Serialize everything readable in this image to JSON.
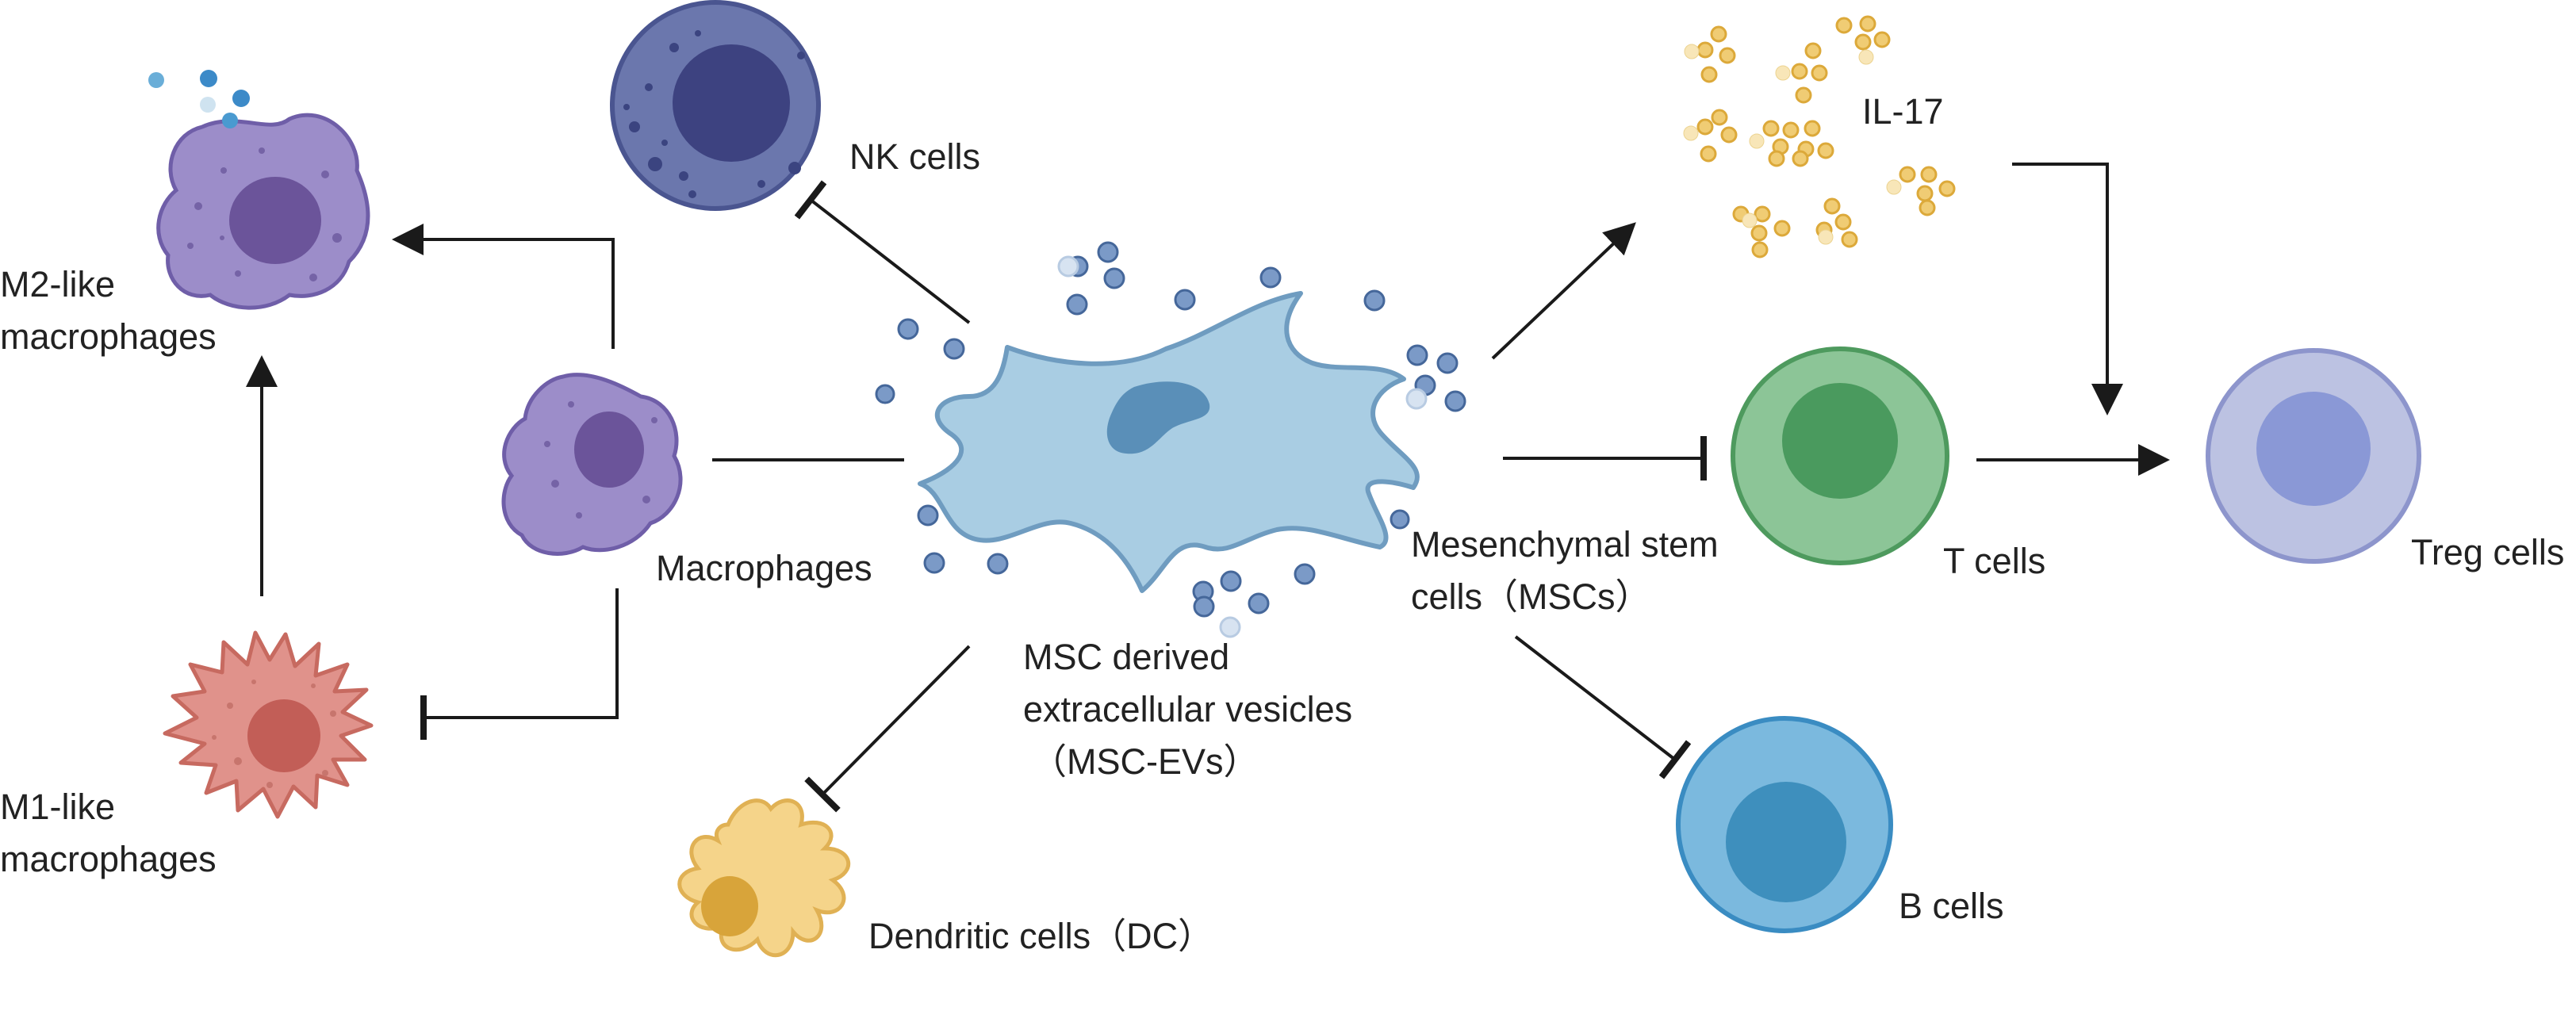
{
  "labels": {
    "m2_line1": "M2-like",
    "m2_line2": "macrophages",
    "m1_line1": "M1-like",
    "m1_line2": "macrophages",
    "macrophages": "Macrophages",
    "nk_cells": "NK cells",
    "dendritic": "Dendritic cells（DC）",
    "msc_ev_line1": "MSC derived",
    "msc_ev_line2": "extracellular vesicles",
    "msc_ev_line3": "（MSC-EVs）",
    "msc_line1": "Mesenchymal stem",
    "msc_line2": "cells（MSCs）",
    "il17": "IL-17",
    "t_cells": "T cells",
    "treg_cells": "Treg cells",
    "b_cells": "B cells"
  },
  "colors": {
    "nk_cell": "#6b77ad",
    "macrophage": "#9c8dc9",
    "m1_macrophage": "#e0928b",
    "dendritic_cell": "#f5d48a",
    "msc": "#a9cde3",
    "vesicle": "#7b9ac7",
    "il17": "#f0cc74",
    "t_cell": "#8cc597",
    "treg_cell": "#bcc2e2",
    "b_cell": "#7bb9de",
    "arrow": "#1a1a1a"
  },
  "relations": [
    {
      "from": "Macrophages",
      "to": "M2-like macrophages",
      "type": "promote"
    },
    {
      "from": "M1-like macrophages",
      "to": "M2-like macrophages",
      "type": "promote"
    },
    {
      "from": "Macrophages",
      "to": "M1-like macrophages",
      "type": "inhibit"
    },
    {
      "from": "MSC-EVs",
      "to": "NK cells",
      "type": "inhibit"
    },
    {
      "from": "MSC-EVs",
      "to": "Macrophages",
      "type": "link"
    },
    {
      "from": "MSC-EVs",
      "to": "Dendritic cells",
      "type": "inhibit"
    },
    {
      "from": "MSCs",
      "to": "IL-17",
      "type": "promote"
    },
    {
      "from": "MSCs",
      "to": "T cells",
      "type": "inhibit"
    },
    {
      "from": "MSCs",
      "to": "B cells",
      "type": "inhibit"
    },
    {
      "from": "IL-17",
      "to": "Treg cells",
      "type": "promote"
    },
    {
      "from": "T cells",
      "to": "Treg cells",
      "type": "promote"
    }
  ]
}
